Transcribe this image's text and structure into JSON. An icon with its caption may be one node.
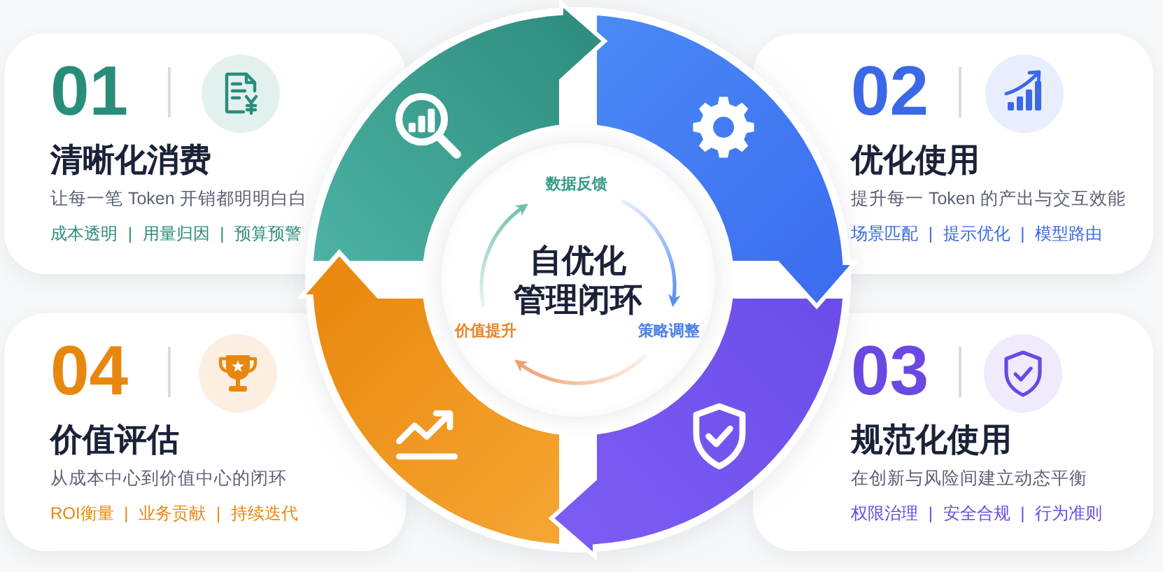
{
  "diagram": {
    "nodes": [
      {
        "text": [
          "01",
          "清晰化消费",
          "让每一笔 Token 开销都明明白白",
          "成本透明 | 用量归因 | 预算预警"
        ]
      },
      {
        "text": [
          "02",
          "优化使用",
          "提升每一 Token 的产出与交互效能",
          "场景匹配 | 提示优化 | 模型路由"
        ]
      },
      {
        "text": [
          "03",
          "规范化使用",
          "在创新与风险间建立动态平衡",
          "权限治理 | 安全合规 | 行为准则"
        ]
      },
      {
        "text": [
          "04",
          "价值评估",
          "从成本中心到价值中心的闭环",
          "ROI衡量 | 业务贡献 | 持续迭代"
        ]
      },
      {
        "text": [
          "自优化管理闭环"
        ]
      },
      {
        "text": [
          "数据反馈"
        ],
        "in": 4
      },
      {
        "text": [
          "策略调整"
        ],
        "in": 4
      },
      {
        "text": [
          "价值提升"
        ],
        "in": 4
      }
    ],
    "edges": [
      {
        "from": 5,
        "to": 6,
        "arrow": "to",
        "color": "#5b8ff0"
      },
      {
        "from": 6,
        "to": 7,
        "arrow": "to",
        "color": "#eea070"
      },
      {
        "from": 7,
        "to": 5,
        "arrow": "to",
        "color": "#6fbfae"
      }
    ]
  }
}
